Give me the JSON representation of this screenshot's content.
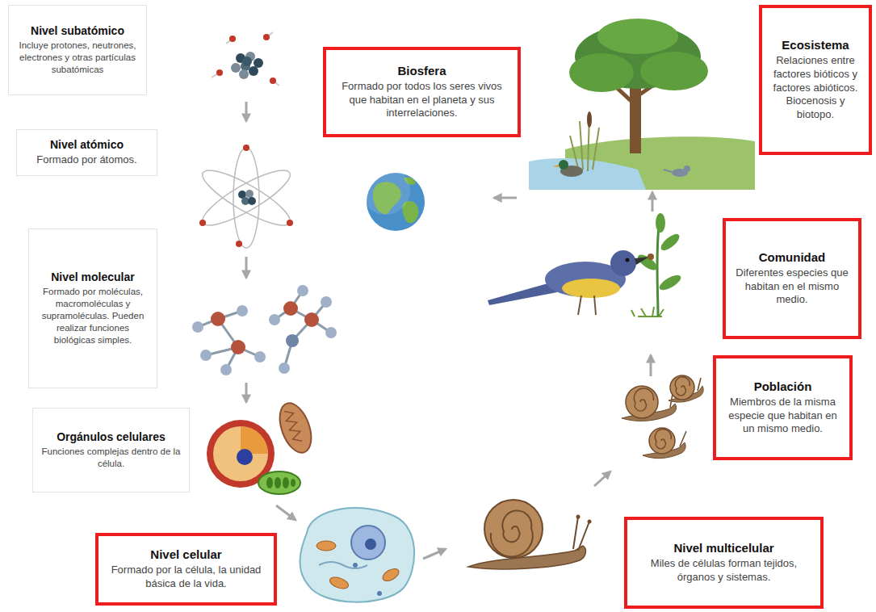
{
  "diagram": {
    "nodes": [
      {
        "text": [
          "Nivel subatómico",
          "Incluye protones, neutrones, electrones y otras partículas subatómicas"
        ]
      },
      {
        "text": [
          "Nivel atómico",
          "Formado por átomos."
        ]
      },
      {
        "text": [
          "Nivel molecular",
          "Formado por moléculas, macromoléculas y supramoléculas. Pueden realizar funciones biológicas simples."
        ]
      },
      {
        "text": [
          "Orgánulos celulares",
          "Funciones complejas dentro de la célula."
        ]
      },
      {
        "text": [
          "Nivel celular",
          "Formado por la célula, la unidad básica de la vida."
        ]
      },
      {
        "text": [
          "Nivel multicelular",
          "Miles de células forman tejidos, órganos y sistemas."
        ]
      },
      {
        "text": [
          "Población",
          "Miembros de la misma especie que habitan en un mismo medio."
        ]
      },
      {
        "text": [
          "Comunidad",
          "Diferentes especies que habitan en el mismo medio."
        ]
      },
      {
        "text": [
          "Ecosistema",
          "Relaciones entre factores bióticos y factores abióticos. Biocenosis y biotopo."
        ]
      },
      {
        "text": [
          "Biosfera",
          "Formado por todos los seres vivos que habitan en el planeta y sus interrelaciones."
        ]
      }
    ]
  }
}
